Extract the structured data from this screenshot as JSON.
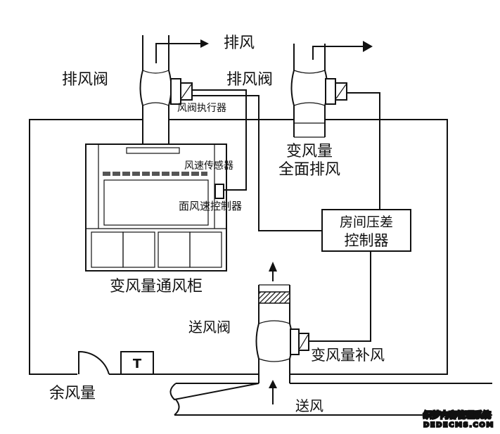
{
  "labels": {
    "exhaust": "排风",
    "exhaust_damper_left": "排风阀",
    "exhaust_damper_right": "排风阀",
    "damper_actuator": "风阀执行器",
    "vav_general_exhaust_1": "变风量",
    "vav_general_exhaust_2": "全面排风",
    "airspeed_sensor": "风速传感器",
    "face_velocity_controller": "面风速控制器",
    "room_pressure_controller_1": "房间压差",
    "room_pressure_controller_2": "控制器",
    "vav_fume_hood": "变风量通风柜",
    "supply_damper": "送风阀",
    "vav_makeup_air": "变风量补风",
    "residual_air": "余风量",
    "thermostat": "T",
    "supply_air": "送风"
  },
  "watermark": {
    "line1": "织梦内容管理系统",
    "line2": "DEDECMS.COM"
  }
}
